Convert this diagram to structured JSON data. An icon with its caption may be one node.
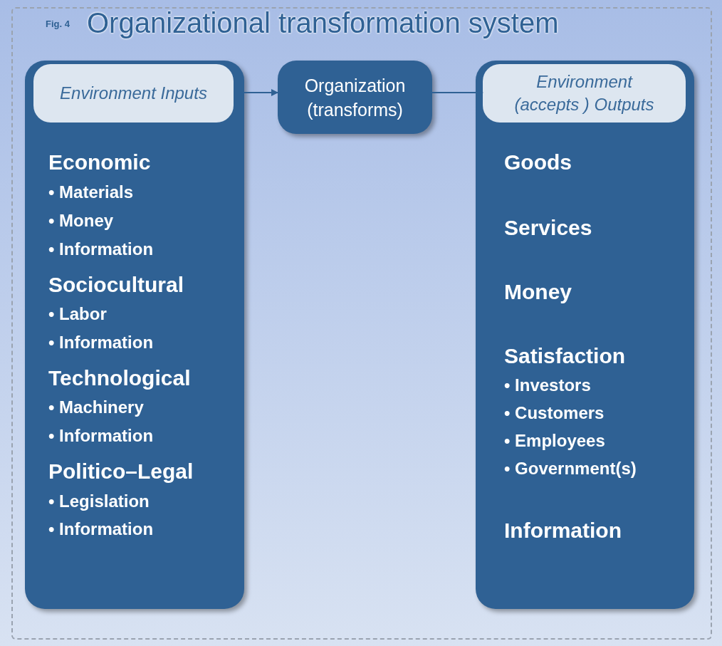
{
  "diagram": {
    "title": "Organizational transformation system",
    "nodes": [
      {
        "text": [
          "Economic",
          "• Materials",
          "• Money",
          "• Information",
          "Sociocultural",
          "• Labor",
          "• Information",
          "Technological",
          "• Machinery",
          "• Information",
          "Politico–Legal",
          "• Legislation",
          "• Information"
        ]
      },
      {
        "text": [
          "Environment Inputs"
        ],
        "in": 0
      },
      {
        "text": [
          "Organization (transforms)"
        ]
      },
      {
        "text": [
          "Goods",
          "Services",
          "Money",
          "Satisfaction",
          "• Investors",
          "• Customers",
          "• Employees",
          "• Government(s)",
          "Information"
        ]
      },
      {
        "text": [
          "Environment (accepts ) Outputs"
        ],
        "in": 3
      }
    ],
    "edges": [
      {
        "from": 1,
        "to": 2,
        "arrow": "to"
      },
      {
        "from": 2,
        "to": 4,
        "arrow": "to"
      }
    ],
    "labels": [
      "Fig. 4"
    ]
  }
}
